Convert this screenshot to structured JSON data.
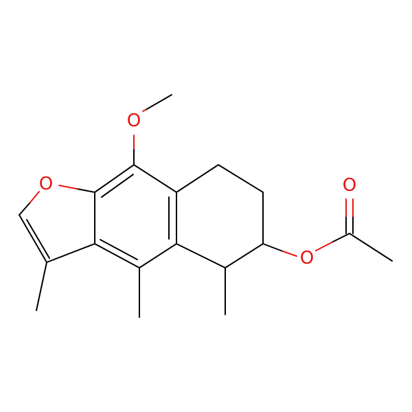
{
  "molecule": {
    "atom_color_oxygen": "#e8150f",
    "bond_color": "#000000",
    "labels": {
      "methoxy_oxygen": "O",
      "furan_oxygen": "O",
      "ester_oxygen": "O",
      "carbonyl_oxygen": "O"
    }
  }
}
